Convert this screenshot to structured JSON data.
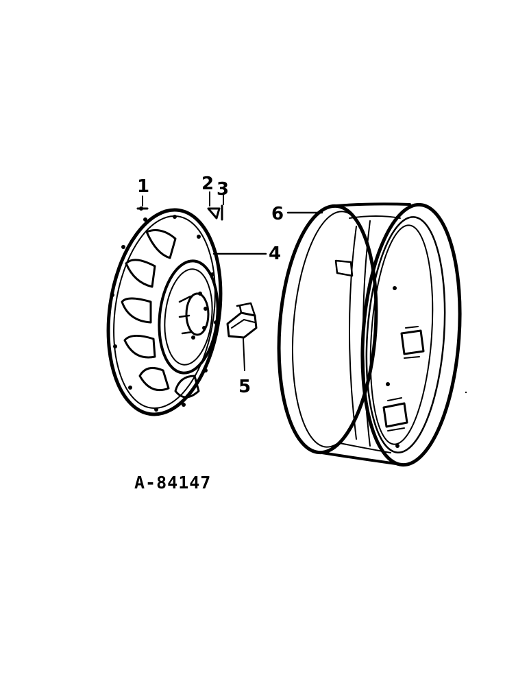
{
  "diagram": {
    "figure_id": "A-84147",
    "callouts": [
      {
        "id": "1",
        "label": "1"
      },
      {
        "id": "2",
        "label": "2"
      },
      {
        "id": "3",
        "label": "3"
      },
      {
        "id": "4",
        "label": "4"
      },
      {
        "id": "5",
        "label": "5"
      },
      {
        "id": "6",
        "label": "6"
      }
    ],
    "colors": {
      "ink": "#000000",
      "background": "#ffffff"
    }
  }
}
